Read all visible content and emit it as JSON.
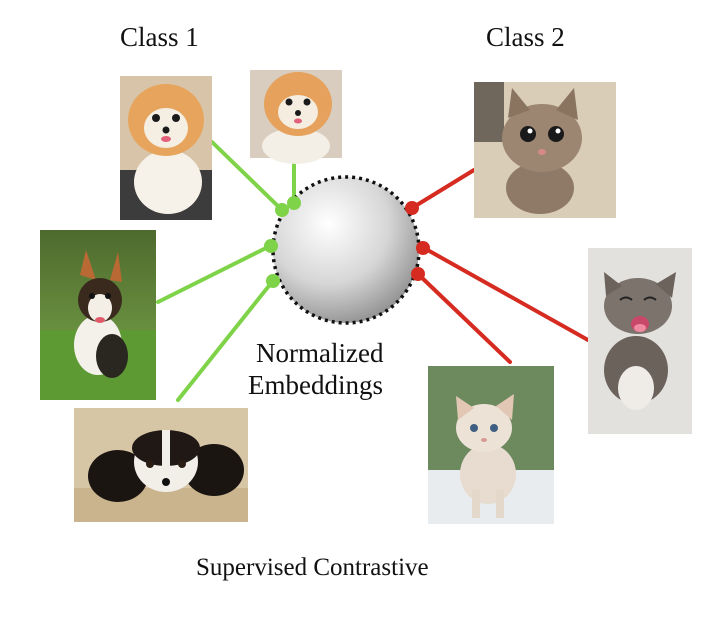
{
  "labels": {
    "class_1": "Class 1",
    "class_2": "Class 2",
    "center_line_1": "Normalized",
    "center_line_2": "Embeddings",
    "caption": "Supervised Contrastive"
  },
  "colors": {
    "class_1_link": "#7ed348",
    "class_2_link": "#d52b20",
    "sphere_border": "#111111"
  }
}
